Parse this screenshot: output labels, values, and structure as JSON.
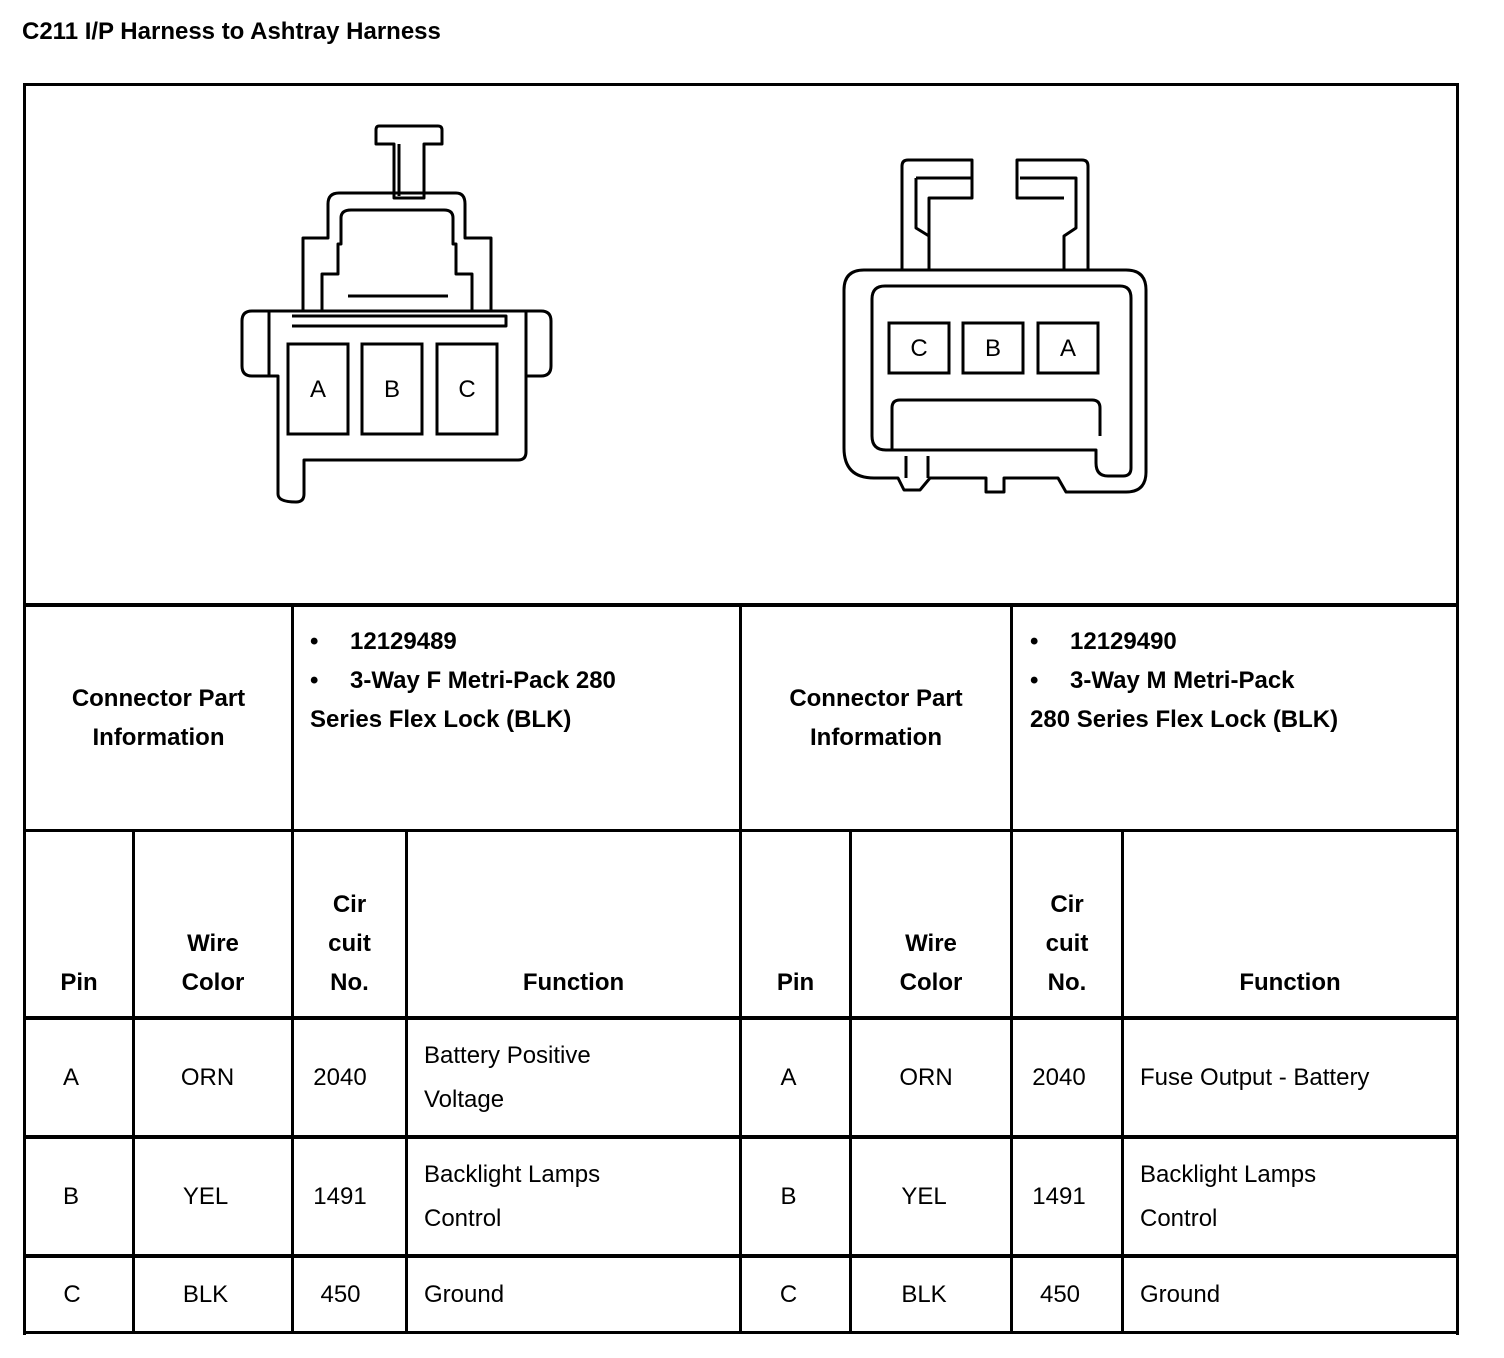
{
  "title": "C211 I/P Harness to Ashtray Harness",
  "connectors": [
    {
      "pins_in_diagram": [
        "A",
        "B",
        "C"
      ],
      "info_label_line1": "Connector Part",
      "info_label_line2": "Information",
      "part_number": "12129489",
      "description_line1": "3-Way F Metri-Pack 280",
      "description_line2": "Series Flex Lock (BLK)"
    },
    {
      "pins_in_diagram": [
        "C",
        "B",
        "A"
      ],
      "info_label_line1": "Connector Part",
      "info_label_line2": "Information",
      "part_number": "12129490",
      "description_line1": "3-Way M Metri-Pack",
      "description_line2": "280 Series Flex Lock (BLK)"
    }
  ],
  "bullet": "•",
  "columns": {
    "pin": "Pin",
    "wire_color_line1": "Wire",
    "wire_color_line2": "Color",
    "circuit_line1": "Cir",
    "circuit_line2": "cuit",
    "circuit_line3": "No.",
    "function": "Function"
  },
  "left_rows": [
    {
      "pin": "A",
      "color": "ORN",
      "circuit": "2040",
      "function_line1": "Battery Positive",
      "function_line2": "Voltage"
    },
    {
      "pin": "B",
      "color": "YEL",
      "circuit": "1491",
      "function_line1": "Backlight Lamps",
      "function_line2": "Control"
    },
    {
      "pin": "C",
      "color": "BLK",
      "circuit": "450",
      "function_line1": "Ground",
      "function_line2": ""
    }
  ],
  "right_rows": [
    {
      "pin": "A",
      "color": "ORN",
      "circuit": "2040",
      "function_line1": "Fuse Output - Battery",
      "function_line2": ""
    },
    {
      "pin": "B",
      "color": "YEL",
      "circuit": "1491",
      "function_line1": "Backlight Lamps",
      "function_line2": "Control"
    },
    {
      "pin": "C",
      "color": "BLK",
      "circuit": "450",
      "function_line1": "Ground",
      "function_line2": ""
    }
  ]
}
